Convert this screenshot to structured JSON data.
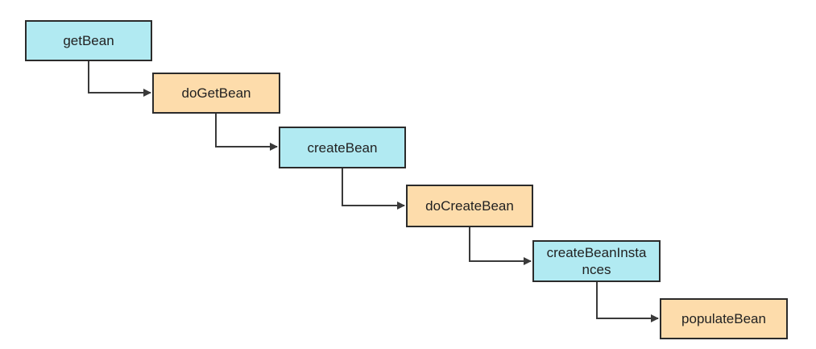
{
  "nodes": [
    {
      "label": "getBean",
      "fill": "#b1eaf2"
    },
    {
      "label": "doGetBean",
      "fill": "#fddcab"
    },
    {
      "label": "createBean",
      "fill": "#b1eaf2"
    },
    {
      "label": "doCreateBean",
      "fill": "#fddcab"
    },
    {
      "label": "createBeanInstances",
      "fill": "#b1eaf2"
    },
    {
      "label": "populateBean",
      "fill": "#fddcab"
    }
  ],
  "colors": {
    "border": "#2b2b2b",
    "connector": "#3a3a3a",
    "text": "#222222"
  }
}
